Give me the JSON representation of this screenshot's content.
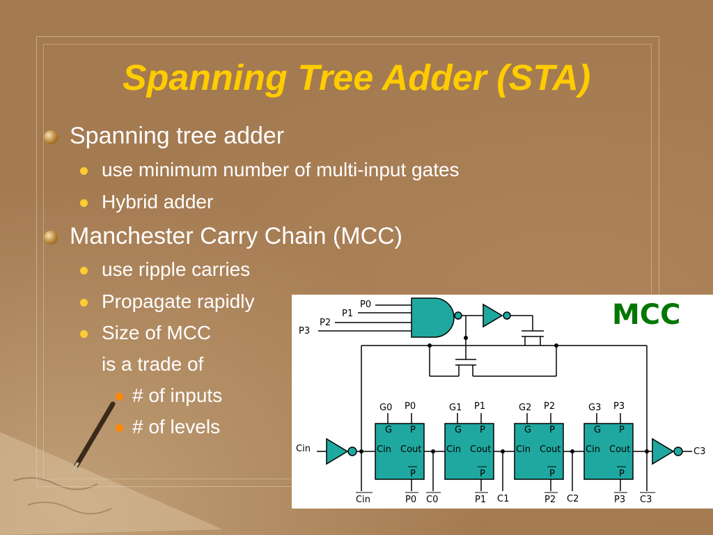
{
  "title": "Spanning Tree Adder (STA)",
  "bullets": {
    "sta": "Spanning tree adder",
    "sta_min_gates": "use minimum number of multi-input gates",
    "sta_hybrid": "Hybrid adder",
    "mcc": "Manchester Carry Chain (MCC)",
    "mcc_ripple": "use ripple carries",
    "mcc_propagate": "Propagate rapidly",
    "mcc_size": "Size of MCC",
    "mcc_size_cont": "is a trade of",
    "mcc_inputs": "# of inputs",
    "mcc_levels": "# of levels"
  },
  "diagram": {
    "label": "MCC",
    "label_color": "#007700",
    "gate_color": "#1fa8a0",
    "and_inputs": [
      "P0",
      "P1",
      "P2",
      "P3"
    ],
    "cin": "Cin",
    "cout": "C3",
    "blocks": [
      {
        "g": "G0",
        "p": "P0",
        "out_p": "P0",
        "out_c": "C0"
      },
      {
        "g": "G1",
        "p": "P1",
        "out_p": "P1",
        "out_c": "C1"
      },
      {
        "g": "G2",
        "p": "P2",
        "out_p": "P2",
        "out_c": "C2"
      },
      {
        "g": "G3",
        "p": "P3",
        "out_p": "P3",
        "out_c": "C3"
      }
    ],
    "block_pin_g": "G",
    "block_pin_p": "P",
    "block_pin_cin": "Cin",
    "block_pin_cout": "Cout",
    "block_pin_pbar": "P",
    "bottom_cin": "Cin"
  }
}
